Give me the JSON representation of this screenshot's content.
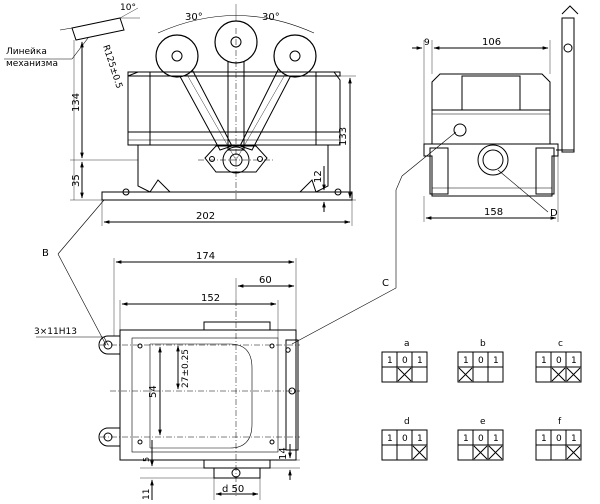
{
  "front_view": {
    "lever_label": "Линейка\nмеханизма",
    "angle_10": "10°",
    "angle_left": "30°",
    "angle_right": "30°",
    "radius": "R125±0.5",
    "dim_134": "134",
    "dim_35": "35",
    "dim_133": "133",
    "dim_12": "12",
    "dim_202": "202"
  },
  "side_view": {
    "dim_9": "9",
    "dim_106": "106",
    "dim_158": "158",
    "label_d": "D"
  },
  "top_view": {
    "dim_174": "174",
    "dim_60": "60",
    "dim_152": "152",
    "dim_27": "27±0.25",
    "dim_54": "54",
    "dim_14": "14",
    "dim_11": "11",
    "dim_d50": "d 50",
    "holes": "3×11Н13"
  },
  "callouts": {
    "b": "B",
    "c": "C"
  },
  "contact_diagrams": [
    {
      "label": "a",
      "cells": [
        "1",
        "0",
        "1"
      ],
      "crosses": [
        1
      ]
    },
    {
      "label": "b",
      "cells": [
        "1",
        "0",
        "1"
      ],
      "crosses": [
        0
      ]
    },
    {
      "label": "c",
      "cells": [
        "1",
        "0",
        "1"
      ],
      "crosses": [
        1,
        2
      ]
    },
    {
      "label": "d",
      "cells": [
        "1",
        "0",
        "1"
      ],
      "crosses": [
        2
      ]
    },
    {
      "label": "e",
      "cells": [
        "1",
        "0",
        "1"
      ],
      "crosses": [
        1,
        2
      ]
    },
    {
      "label": "f",
      "cells": [
        "1",
        "0",
        "1"
      ],
      "crosses": [
        2
      ]
    }
  ]
}
